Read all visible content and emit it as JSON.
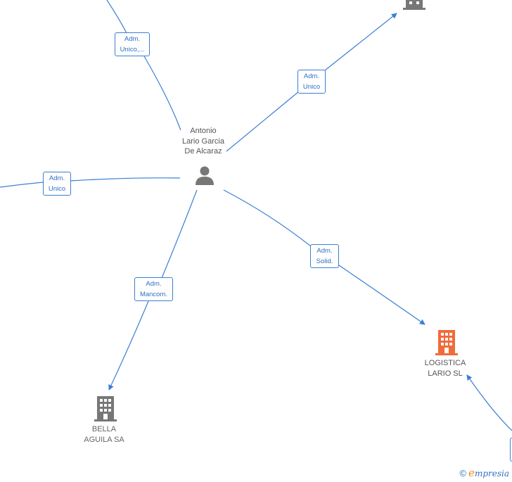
{
  "person": {
    "name_lines": [
      "Antonio",
      "Lario Garcia",
      "De Alcaraz"
    ]
  },
  "companies": {
    "bella": {
      "name_lines": [
        "BELLA",
        "AGUILA SA"
      ]
    },
    "logistica": {
      "name_lines": [
        "LOGISTICA",
        "LARIO  SL"
      ]
    }
  },
  "roles": {
    "top_left": [
      "Adm.",
      "Unico,..."
    ],
    "top_right": [
      "Adm.",
      "Unico"
    ],
    "left": [
      "Adm.",
      "Unico"
    ],
    "bottom_left": [
      "Adm.",
      "Mancom."
    ],
    "bottom_right": [
      "Adm.",
      "Solid."
    ]
  },
  "colors": {
    "edge": "#3b7fd4",
    "node_gray": "#777777",
    "node_highlight": "#f26b3a"
  },
  "footer": {
    "copyright": "©",
    "brand_e": "e",
    "brand_rest": "mpresia"
  }
}
